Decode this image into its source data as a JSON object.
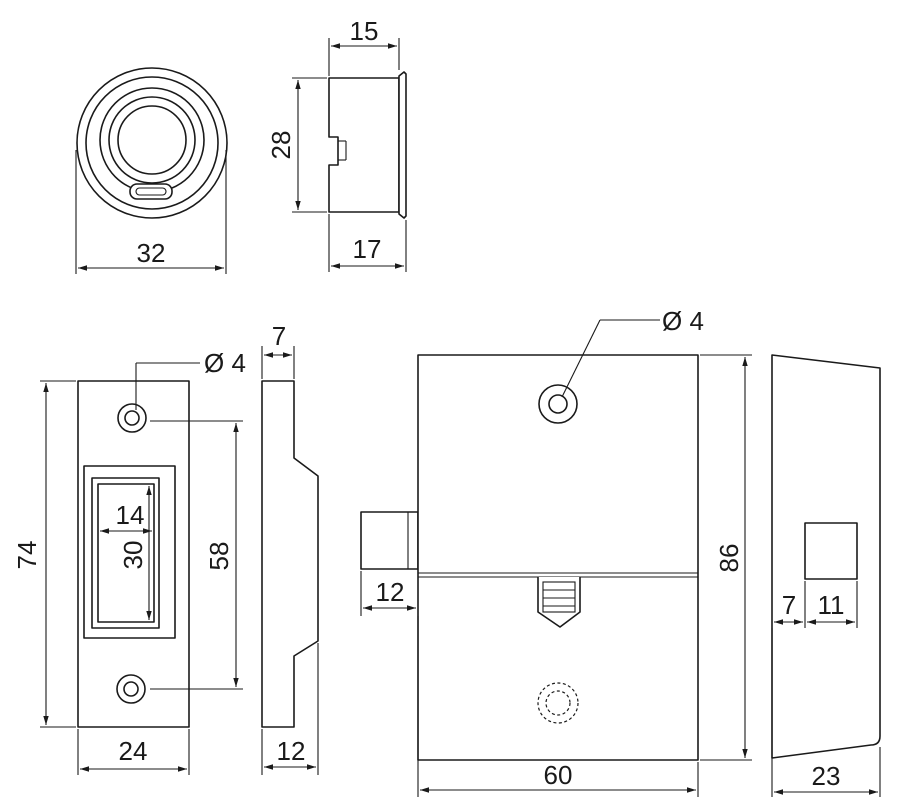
{
  "dimensions": {
    "cylinder_diameter": "32",
    "cylinder_depth": "15",
    "cylinder_total_depth": "17",
    "cylinder_height": "28",
    "strike_hole_diameter": "Ø 4",
    "strike_thickness_top": "7",
    "strike_height": "74",
    "strike_hole_spacing": "58",
    "strike_opening_width": "14",
    "strike_opening_height": "30",
    "strike_width": "24",
    "strike_profile_depth": "12",
    "lock_hole_diameter": "Ø 4",
    "lock_bolt_projection": "12",
    "lock_width": "60",
    "lock_height": "86",
    "side_offset": "7",
    "side_bolt_width": "11",
    "side_depth": "23"
  },
  "colors": {
    "line": "#1a1a1a",
    "background": "#ffffff"
  }
}
